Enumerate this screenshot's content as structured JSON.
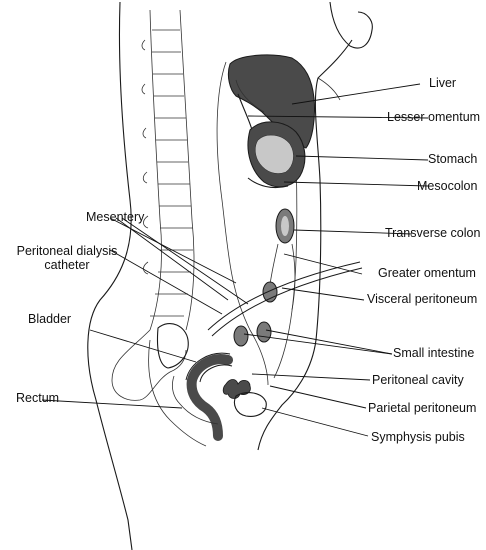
{
  "labels": {
    "liver": "Liver",
    "lesser_omentum": "Lesser omentum",
    "stomach": "Stomach",
    "mesocolon": "Mesocolon",
    "transverse_colon": "Transverse colon",
    "mesentery": "Mesentery",
    "peritoneal_dialysis_line1": "Peritoneal dialysis",
    "peritoneal_dialysis_line2": "catheter",
    "greater_omentum": "Greater omentum",
    "visceral_peritoneum": "Visceral peritoneum",
    "bladder": "Bladder",
    "small_intestine": "Small intestine",
    "peritoneal_cavity": "Peritoneal cavity",
    "rectum": "Rectum",
    "parietal_peritoneum": "Parietal peritoneum",
    "symphysis_pubis": "Symphysis pubis"
  },
  "colors": {
    "organ_dark": "#4a4a4a",
    "organ_mid": "#7a7a7a",
    "organ_light": "#c8c8c8",
    "ink": "#1a1a1a"
  }
}
